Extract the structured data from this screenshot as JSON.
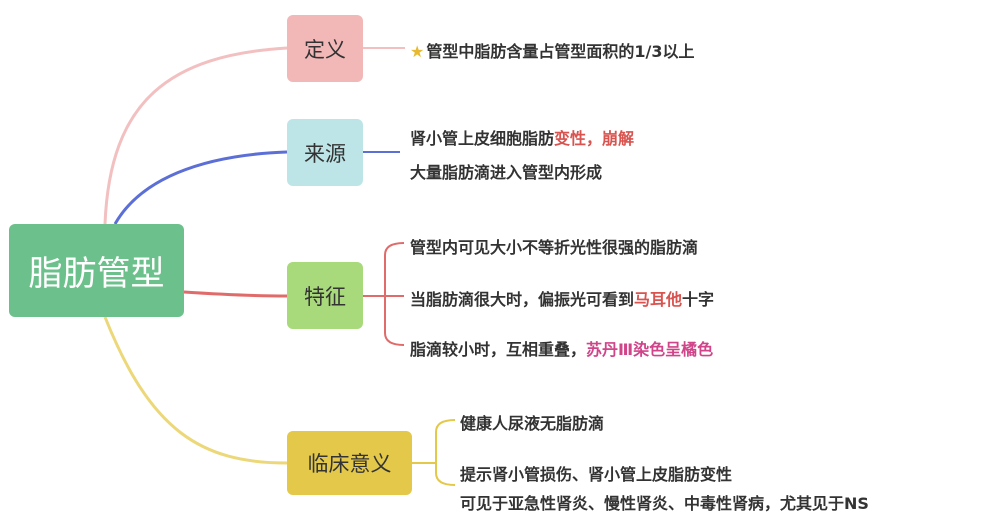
{
  "root": {
    "label": "脂肪管型"
  },
  "branches": [
    {
      "label": "定义",
      "color": "#f2b8b8"
    },
    {
      "label": "来源",
      "color": "#bde5e7"
    },
    {
      "label": "特征",
      "color": "#a8d97a"
    },
    {
      "label": "临床意义",
      "color": "#e3c84a"
    }
  ],
  "definition": {
    "star": "★",
    "text": "管型中脂肪含量占管型面积的1/3以上"
  },
  "source": {
    "line1": {
      "text": "肾小管上皮细胞脂肪",
      "highlight": "变性，崩解"
    },
    "line2": "大量脂肪滴进入管型内形成"
  },
  "features": {
    "item1": "管型内可见大小不等折光性很强的脂肪滴",
    "item2": {
      "before": "当脂肪滴很大时，偏振光可看到",
      "highlight": "马耳他",
      "after": "十字"
    },
    "item3": {
      "before": "脂滴较小时，互相重叠，",
      "highlight": "苏丹Ⅲ染色呈橘色"
    }
  },
  "clinical": {
    "item1": "健康人尿液无脂肪滴",
    "item2_line1": "提示肾小管损伤、肾小管上皮脂肪变性",
    "item2_line2": "可见于亚急性肾炎、慢性肾炎、中毒性肾病，尤其见于NS"
  },
  "colors": {
    "edge_definition": "#f2b8b8",
    "edge_source": "#5b6fd6",
    "edge_features": "#e06b6b",
    "edge_clinical": "#ecd878",
    "highlight_red": "#d9534f",
    "highlight_pink": "#d0458a"
  }
}
